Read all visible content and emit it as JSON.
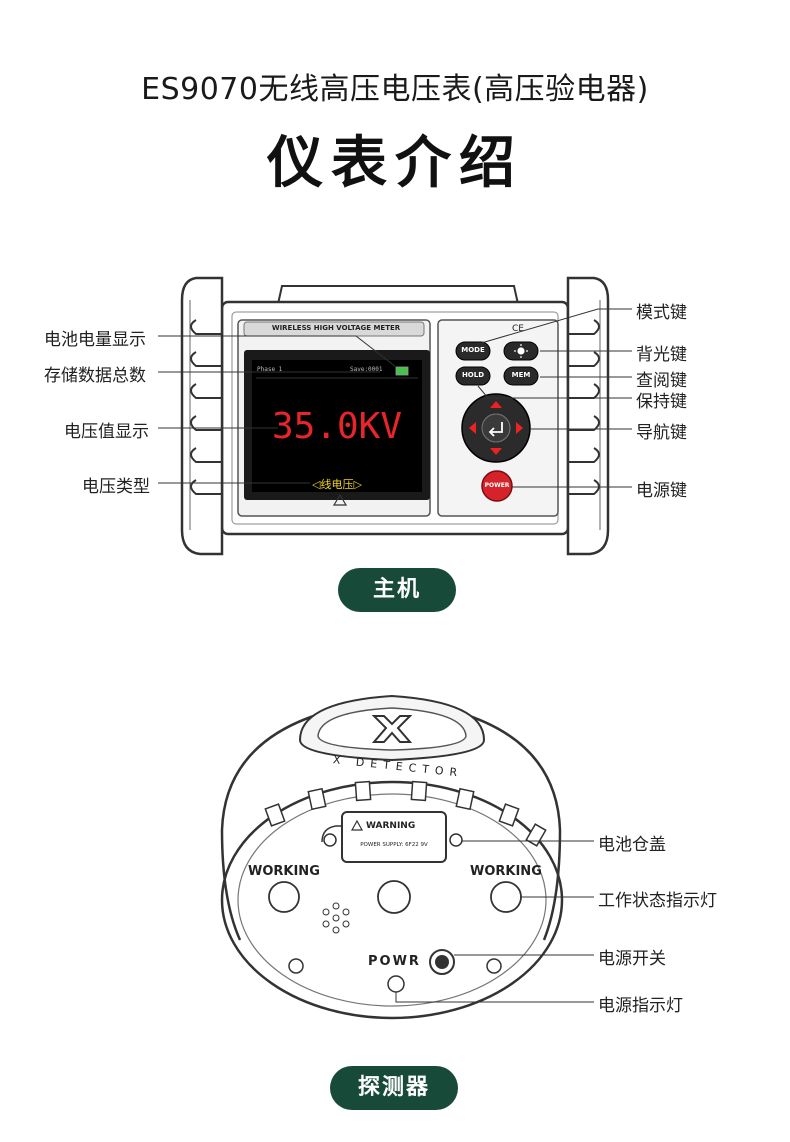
{
  "header": {
    "subtitle": "ES9070无线高压电压表(高压验电器)",
    "title": "仪表介绍"
  },
  "main_unit": {
    "section_label": "主机",
    "panel_text": "WIRELESS HIGH VOLTAGE METER",
    "screen": {
      "reading": "35.0KV",
      "voltage_type": "◁线电压▷",
      "status_left": "Phase 1",
      "status_right": "Save:0001"
    },
    "buttons": {
      "mode": "MODE",
      "hold": "HOLD",
      "mem": "MEM",
      "power": "POWER"
    },
    "marks": {
      "ce": "CE"
    },
    "labels_left": {
      "battery_display": "电池电量显示",
      "storage_total": "存储数据总数",
      "voltage_display": "电压值显示",
      "voltage_type": "电压类型"
    },
    "labels_right": {
      "mode_key": "模式键",
      "backlight_key": "背光键",
      "review_key": "查阅键",
      "hold_key": "保持键",
      "nav_key": "导航键",
      "power_key": "电源键"
    }
  },
  "detector": {
    "section_label": "探测器",
    "brand_text": "X DETECTOR",
    "warning_title": "WARNING",
    "warning_text": "POWER SUPPLY: 6F22 9V",
    "working_left": "WORKING",
    "working_right": "WORKING",
    "powr": "POWR",
    "labels": {
      "battery_cover": "电池仓盖",
      "status_light": "工作状态指示灯",
      "power_switch": "电源开关",
      "power_light": "电源指示灯"
    }
  },
  "colors": {
    "pill_bg": "#184a3a",
    "reading_red": "#e8252b",
    "voltage_type_yellow": "#f2d21b",
    "power_button_red": "#d6232a"
  }
}
